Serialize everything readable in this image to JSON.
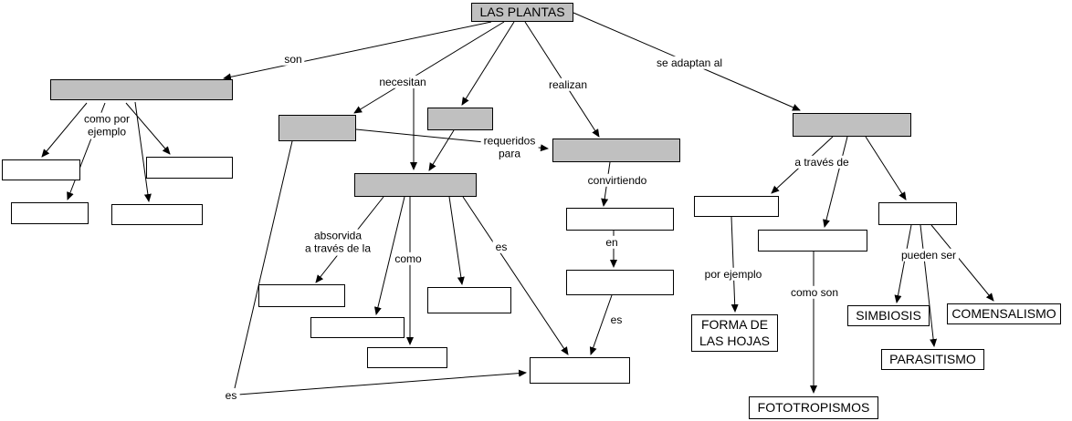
{
  "colors": {
    "background": "#ffffff",
    "node_gray": "#c0c0c0",
    "node_white": "#ffffff",
    "border": "#000000",
    "line": "#000000",
    "text": "#000000"
  },
  "nodes": {
    "root": "LAS PLANTAS",
    "forma_de_las_hojas": "FORMA DE\nLAS HOJAS",
    "fototropismos": "FOTOTROPISMOS",
    "simbiosis": "SIMBIOSIS",
    "comensalismo": "COMENSALISMO",
    "parasitismo": "PARASITISMO"
  },
  "link_labels": {
    "son": "son",
    "como_por_ejemplo": "como por\nejemplo",
    "necesitan": "necesitan",
    "requeridos_para": "requeridos\npara",
    "realizan": "realizan",
    "convirtiendo": "convirtiendo",
    "en": "en",
    "es_fotosintesis": "es",
    "es_producto": "es",
    "es_bottom": "es",
    "absorvida": "absorvida\na través de la",
    "como": "como",
    "se_adaptan_al": "se adaptan al",
    "a_traves_de": "a través de",
    "por_ejemplo": "por ejemplo",
    "como_son": "como son",
    "pueden_ser": "pueden ser"
  }
}
